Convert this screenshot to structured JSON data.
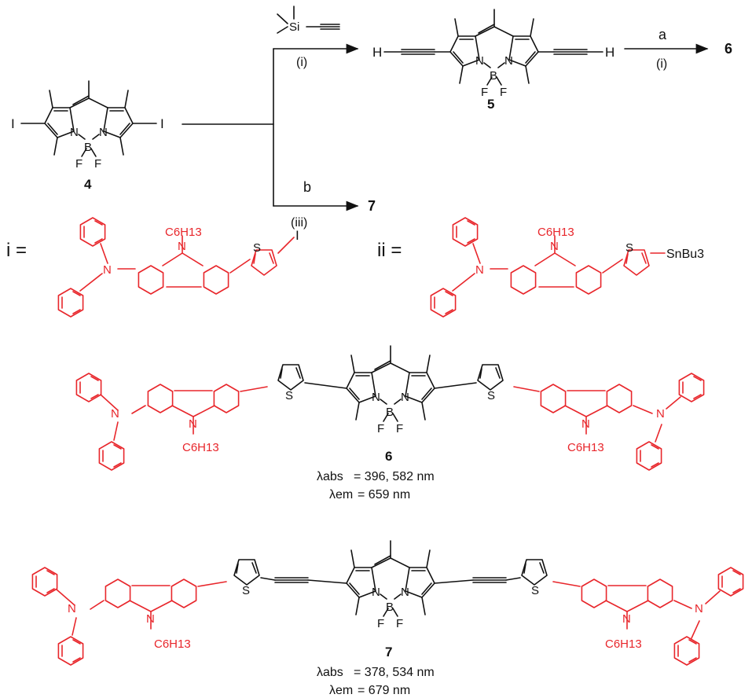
{
  "colors": {
    "core": "#111111",
    "donor": "#e8262b"
  },
  "reagents": {
    "tms_acetylene": "Si",
    "step_i": "(i)",
    "step_a": "a",
    "step_a_cond": "(i)",
    "step_b": "b",
    "step_b_cond": "(iii)"
  },
  "compounds": {
    "c4": {
      "label": "4",
      "halogen": "I"
    },
    "c5": {
      "label": "5",
      "terminal": "H"
    },
    "c6": {
      "label": "6",
      "abs_label": "λabs",
      "abs_value": "= 396, 582 nm",
      "em_label": "λem",
      "em_value": "= 659 nm"
    },
    "c7": {
      "label": "7",
      "abs_label": "λabs",
      "abs_value": "= 378, 534 nm",
      "em_label": "λem",
      "em_value": "= 679 nm"
    }
  },
  "reagent_defs": {
    "i": {
      "label": "i =",
      "end_group": "I"
    },
    "ii": {
      "label": "ii =",
      "end_group": "SnBu3"
    }
  },
  "atoms": {
    "N": "N",
    "B": "B",
    "F": "F",
    "S": "S",
    "hexyl": "C6H13"
  }
}
